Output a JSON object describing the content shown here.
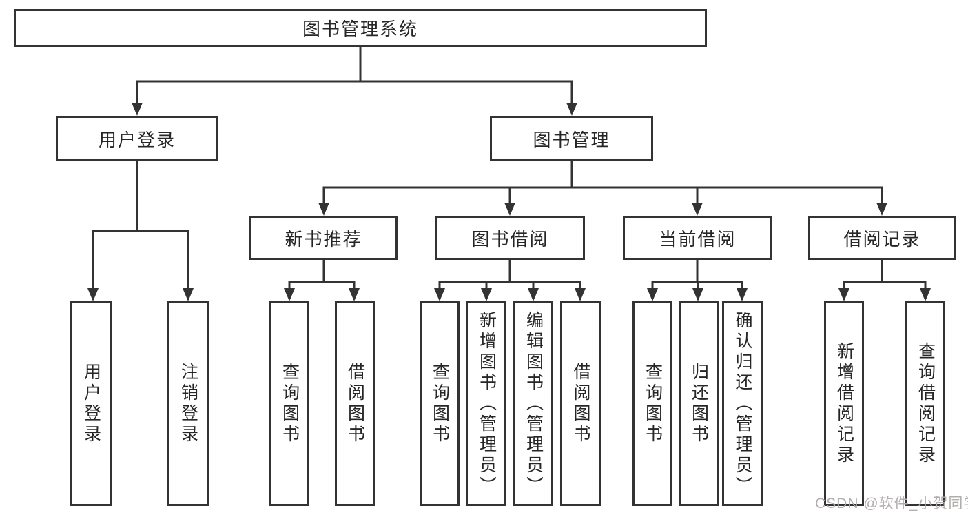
{
  "diagram": {
    "root": "图书管理系统",
    "level2": [
      "用户登录",
      "图书管理"
    ],
    "level3": [
      "新书推荐",
      "图书借阅",
      "当前借阅",
      "借阅记录"
    ],
    "leaves": {
      "user_login": [
        "用户登录",
        "注销登录"
      ],
      "new_book": [
        "查询图书",
        "借阅图书"
      ],
      "book_borrow": [
        "查询图书",
        "新增图书（管理员）",
        "编辑图书（管理员）",
        "借阅图书"
      ],
      "current_borrow": [
        "查询图书",
        "归还图书",
        "确认归还（管理员）"
      ],
      "borrow_record": [
        "新增借阅记录",
        "查询借阅记录"
      ]
    }
  },
  "watermark": "CSDN @软件_小贺同学",
  "colors": {
    "line": "#333333",
    "text": "#262626",
    "watermark": "#b3aeae",
    "background": "#ffffff"
  }
}
